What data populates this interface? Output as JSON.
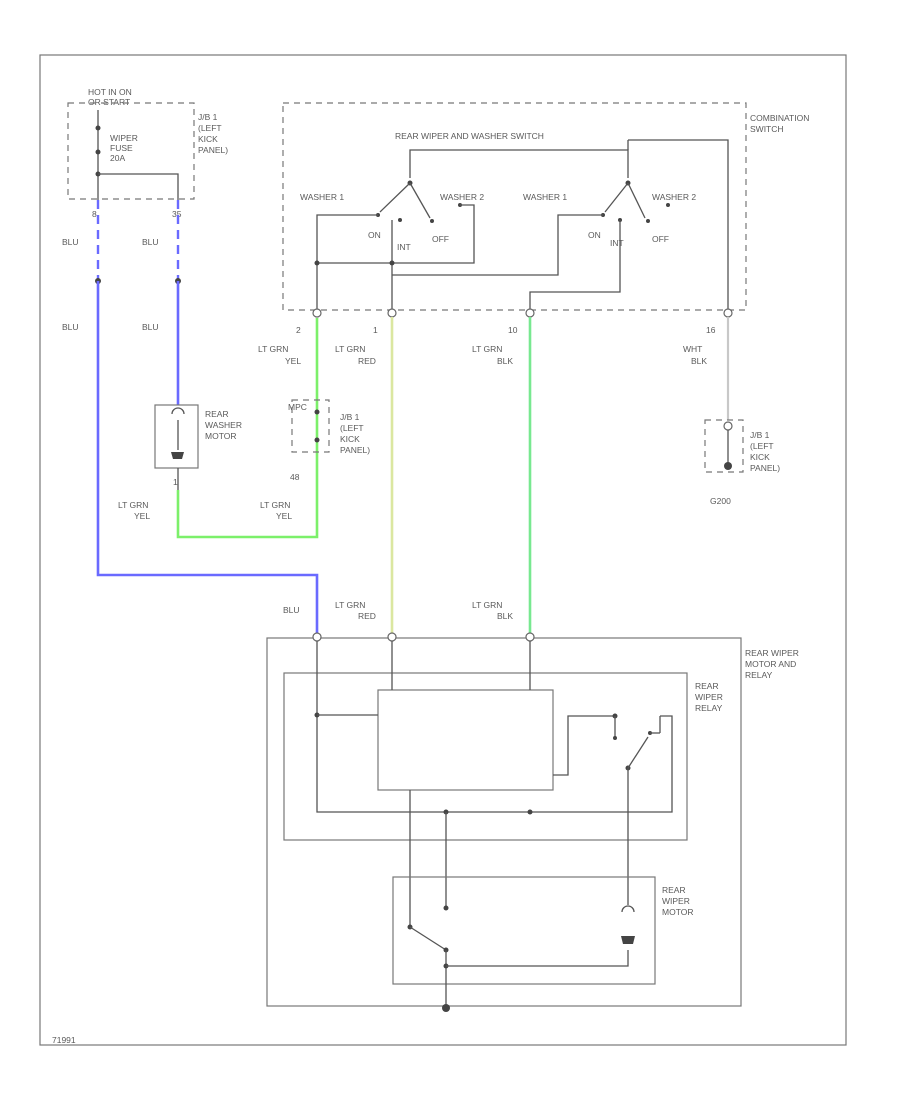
{
  "colors": {
    "blu": "#6a6aff",
    "lt_grn": "#7cf06a",
    "lt_grn_red": "#dbe7a0",
    "lt_grn_blk": "#78e890",
    "wht_blk": "#c8c8c8"
  },
  "power": {
    "hot_label_1": "HOT IN ON",
    "hot_label_2": "OR START",
    "fuse_label_1": "WIPER",
    "fuse_label_2": "FUSE",
    "fuse_label_3": "20A",
    "jb_label_1": "J/B 1",
    "jb_label_2": "(LEFT",
    "jb_label_3": "KICK",
    "jb_label_4": "PANEL)",
    "pin_a": "8",
    "pin_b": "35"
  },
  "combination_switch": {
    "label_1": "COMBINATION",
    "label_2": "SWITCH",
    "title": "REAR WIPER AND WASHER SWITCH",
    "washer1_left": "WASHER 1",
    "washer2_left": "WASHER 2",
    "on_left": "ON",
    "int_left": "INT",
    "off_left": "OFF",
    "washer1_right": "WASHER 1",
    "washer2_right": "WASHER 2",
    "on_right": "ON",
    "int_right": "INT",
    "off_right": "OFF",
    "pin_2": "2",
    "pin_1": "1",
    "pin_10": "10",
    "pin_16": "16"
  },
  "wires": {
    "blu": "BLU",
    "lt_grn": "LT GRN",
    "yel": "YEL",
    "red": "RED",
    "blk": "BLK",
    "wht": "WHT"
  },
  "washer_motor": {
    "label_1": "REAR",
    "label_2": "WASHER",
    "label_3": "MOTOR",
    "pin": "1"
  },
  "jb_mid": {
    "label_1": "J/B 1",
    "label_2": "(LEFT",
    "label_3": "KICK",
    "label_4": "PANEL)",
    "pin_top": "MPC",
    "pin_bottom": "48"
  },
  "ground": {
    "label_1": "J/B 1",
    "label_2": "(LEFT",
    "label_3": "KICK",
    "label_4": "PANEL)",
    "code": "G200"
  },
  "rear_wiper": {
    "assembly_1": "REAR WIPER",
    "assembly_2": "MOTOR AND",
    "assembly_3": "RELAY",
    "relay_1": "REAR",
    "relay_2": "WIPER",
    "relay_3": "RELAY",
    "motor_1": "REAR",
    "motor_2": "WIPER",
    "motor_3": "MOTOR"
  },
  "footer": {
    "code": "71991"
  }
}
